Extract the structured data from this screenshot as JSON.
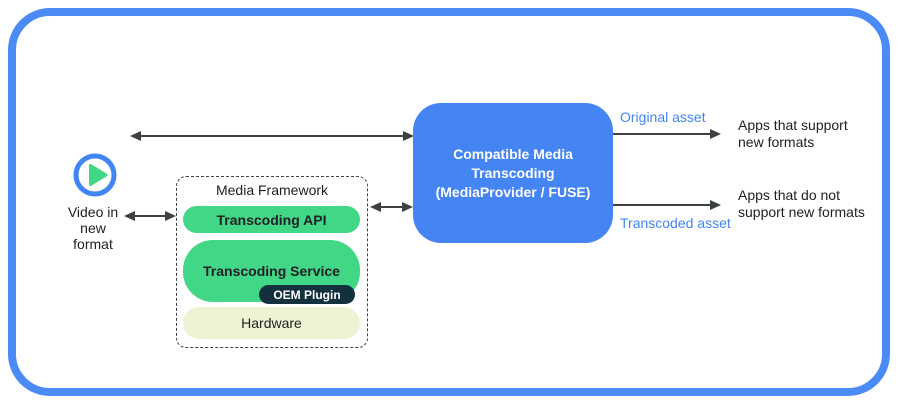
{
  "colors": {
    "frame_blue": "#4b8bf5",
    "accent_blue": "#4285f4",
    "transcoder_blue": "#4484f3",
    "green": "#42d786",
    "dark_navy": "#13303d",
    "cream": "#edf4d3",
    "arrow_gray": "#3c4043",
    "text_dark": "#202124"
  },
  "source": {
    "icon": "play-icon",
    "label_lines": [
      "Video in",
      "new",
      "format"
    ]
  },
  "framework": {
    "title": "Media Framework",
    "api_label": "Transcoding API",
    "service_label": "Transcoding Service",
    "oem_label": "OEM Plugin",
    "hardware_label": "Hardware"
  },
  "transcoder": {
    "title_lines": [
      "Compatible Media",
      "Transcoding",
      "(MediaProvider / FUSE)"
    ]
  },
  "outputs": {
    "original_asset_label": "Original asset",
    "transcoded_asset_label": "Transcoded asset",
    "apps_support_lines": [
      "Apps that support",
      "new formats"
    ],
    "apps_no_support_lines": [
      "Apps that do not",
      "support new formats"
    ]
  }
}
